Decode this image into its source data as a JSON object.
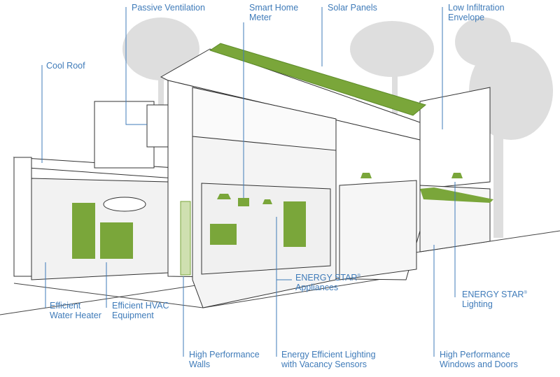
{
  "colors": {
    "label": "#3f7bb9",
    "green": "#7aa63a",
    "tree": "#dcdcdc",
    "line": "#444444"
  },
  "labels": {
    "passive_ventilation": "Passive Ventilation",
    "smart_home_meter_1": "Smart Home",
    "smart_home_meter_2": "Meter",
    "solar_panels": "Solar Panels",
    "low_infiltration_1": "Low Infiltration",
    "low_infiltration_2": "Envelope",
    "cool_roof": "Cool Roof",
    "energy_star_appliances_1": "ENERGY STAR",
    "energy_star_appliances_2": "Appliances",
    "energy_star_lighting_1": "ENERGY STAR",
    "energy_star_lighting_2": "Lighting",
    "water_heater_1": "Efficient",
    "water_heater_2": "Water Heater",
    "hvac_1": "Efficient HVAC",
    "hvac_2": "Equipment",
    "walls_1": "High Performance",
    "walls_2": "Walls",
    "lighting_sensors_1": "Energy Efficient Lighting",
    "lighting_sensors_2": "with Vacancy Sensors",
    "windows_1": "High Performance",
    "windows_2": "Windows and Doors",
    "registered": "®"
  }
}
